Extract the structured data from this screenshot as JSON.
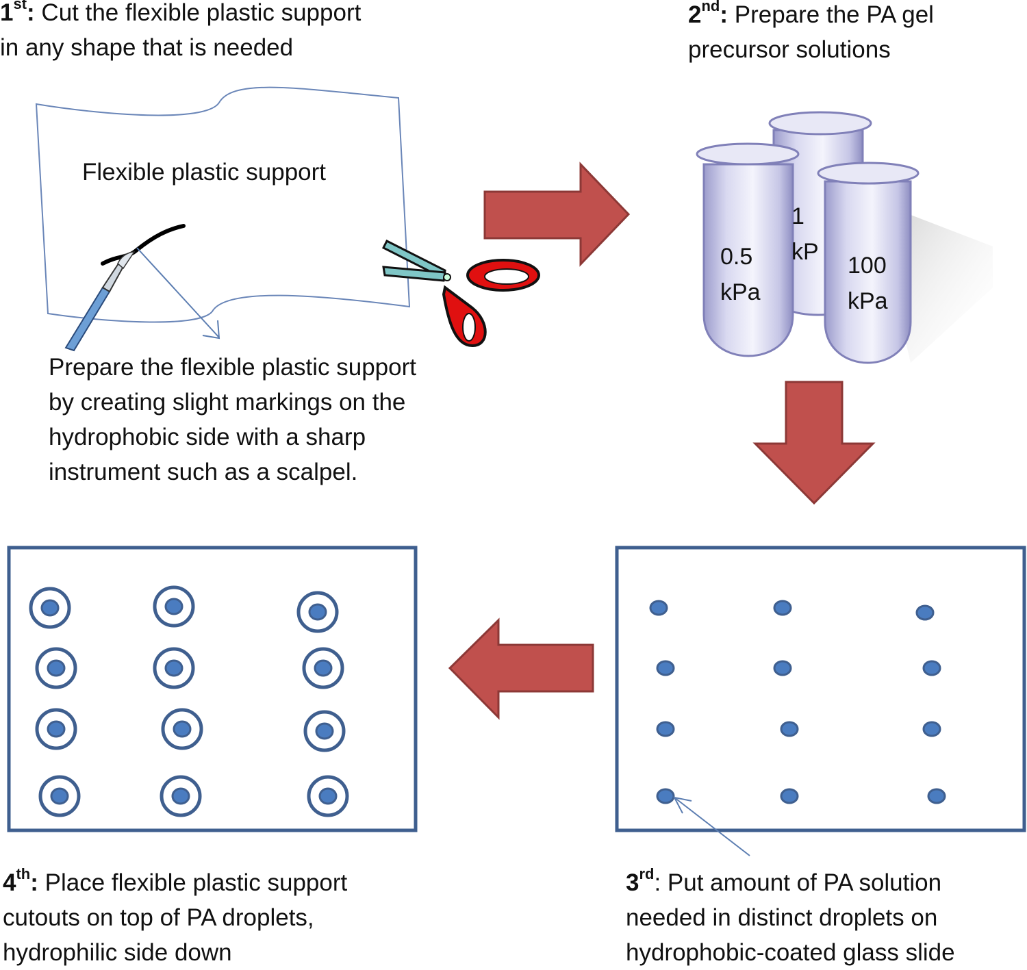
{
  "steps": {
    "step1": {
      "ordinal": "1",
      "suffix": "st",
      "lines": [
        "Cut the flexible plastic support",
        "in any shape that is needed"
      ]
    },
    "step2": {
      "ordinal": "2",
      "suffix": "nd",
      "lines": [
        "Prepare the PA gel",
        "precursor solutions"
      ]
    },
    "step3": {
      "ordinal": "3",
      "suffix": "rd",
      "lines": [
        "Put amount of PA solution",
        "needed  in distinct droplets  on",
        "hydrophobic-coated glass slide"
      ]
    },
    "step4": {
      "ordinal": "4",
      "suffix": "th",
      "lines": [
        "Place flexible plastic support",
        "cutouts on top of PA droplets,",
        "hydrophilic  side down"
      ]
    }
  },
  "plastic_support_label": "Flexible plastic support",
  "marking_note": [
    "Prepare the flexible plastic support",
    "by creating slight markings on the",
    "hydrophobic side with a sharp",
    "instrument such as a scalpel."
  ],
  "tubes": [
    {
      "value": "0.5",
      "unit": "kPa"
    },
    {
      "value": "1",
      "unit": "kP"
    },
    {
      "value": "100",
      "unit": "kPa"
    }
  ],
  "grid": {
    "rows": 4,
    "cols": 3
  },
  "colors": {
    "arrow_fill": "#c0504d",
    "arrow_stroke": "#8c3836",
    "slide_border": "#3f5f8f",
    "droplet": "#4a7cc0",
    "outline": "#5b7db1",
    "scissor_handle": "#e01010",
    "scissor_blade": "#7fc6c6"
  }
}
